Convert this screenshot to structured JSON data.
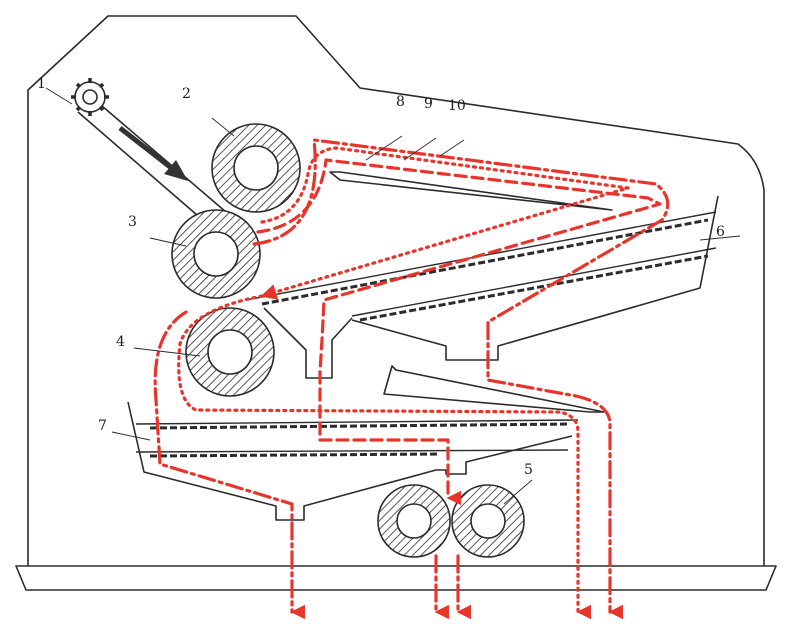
{
  "labels": {
    "l1": "1",
    "l2": "2",
    "l3": "3",
    "l4": "4",
    "l5": "5",
    "l6": "6",
    "l7": "7",
    "l8": "8",
    "l9": "9",
    "l10": "10"
  },
  "colors": {
    "flow": "#e8352b",
    "outline": "#2b2b2b",
    "feed_arrow": "#333333"
  }
}
